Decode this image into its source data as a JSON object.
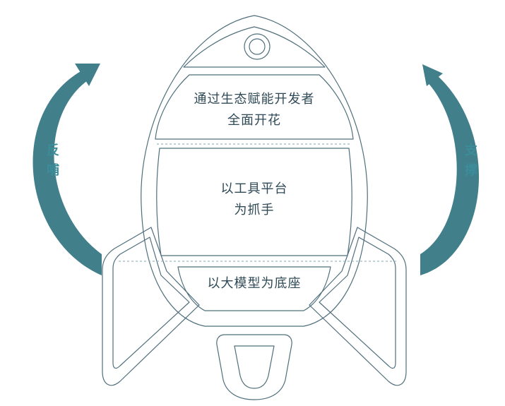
{
  "colors": {
    "outline": "#4f6f7c",
    "dashed": "#9bb8c2",
    "arrow": "#417f8b",
    "text": "#2f4a56",
    "side_text": "#3c8c99"
  },
  "diagram": {
    "tiers": {
      "top": {
        "line1": "通过生态赋能开发者",
        "line2": "全面开花"
      },
      "middle": {
        "line1": "以工具平台",
        "line2": "为抓手"
      },
      "base": {
        "line1": "以大模型为底座"
      }
    },
    "left_arrow": {
      "char1": "反",
      "char2": "哺"
    },
    "right_arrow": {
      "char1": "支",
      "char2": "撑"
    }
  }
}
